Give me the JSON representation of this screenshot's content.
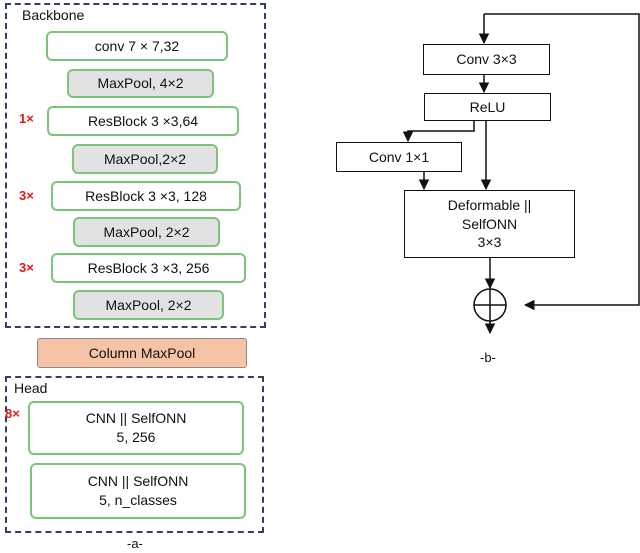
{
  "panel_a": {
    "backbone": {
      "title": "Backbone",
      "blocks": [
        {
          "label": "conv 7 × 7,32"
        },
        {
          "label": "MaxPool, 4×2"
        },
        {
          "label": "ResBlock 3 ×3,64",
          "repeat": "1×"
        },
        {
          "label": "MaxPool,2×2"
        },
        {
          "label": "ResBlock 3 ×3, 128",
          "repeat": "3×"
        },
        {
          "label": "MaxPool, 2×2"
        },
        {
          "label": "ResBlock 3 ×3, 256",
          "repeat": "3×"
        },
        {
          "label": "MaxPool, 2×2"
        }
      ]
    },
    "column_maxpool": "Column MaxPool",
    "head": {
      "title": "Head",
      "blocks": [
        {
          "line1": "CNN || SelfONN",
          "line2": "5, 256",
          "repeat": "8×"
        },
        {
          "line1": "CNN || SelfONN",
          "line2": "5, n_classes"
        }
      ]
    },
    "caption": "-a-"
  },
  "panel_b": {
    "conv3": "Conv 3×3",
    "relu": "ReLU",
    "conv1": "Conv 1×1",
    "deform": {
      "line1": "Deformable ||",
      "line2": "SelfONN",
      "line3": "3×3"
    },
    "caption": "-b-"
  },
  "colors": {
    "dashed_border": "#2f3f6a",
    "block_border": "#7cc47a",
    "maxpool_fill": "#e2e2e2",
    "column_maxpool_fill": "#f6c3a6",
    "repeat_text": "#e01b1b"
  }
}
